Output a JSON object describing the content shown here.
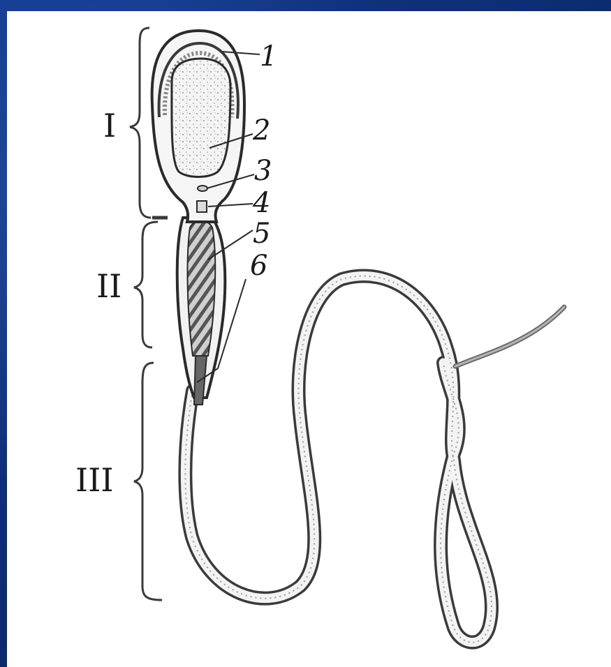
{
  "section_labels": [
    "I",
    "II",
    "III"
  ],
  "part_labels": [
    "1",
    "2",
    "3",
    "4",
    "5",
    "6"
  ]
}
